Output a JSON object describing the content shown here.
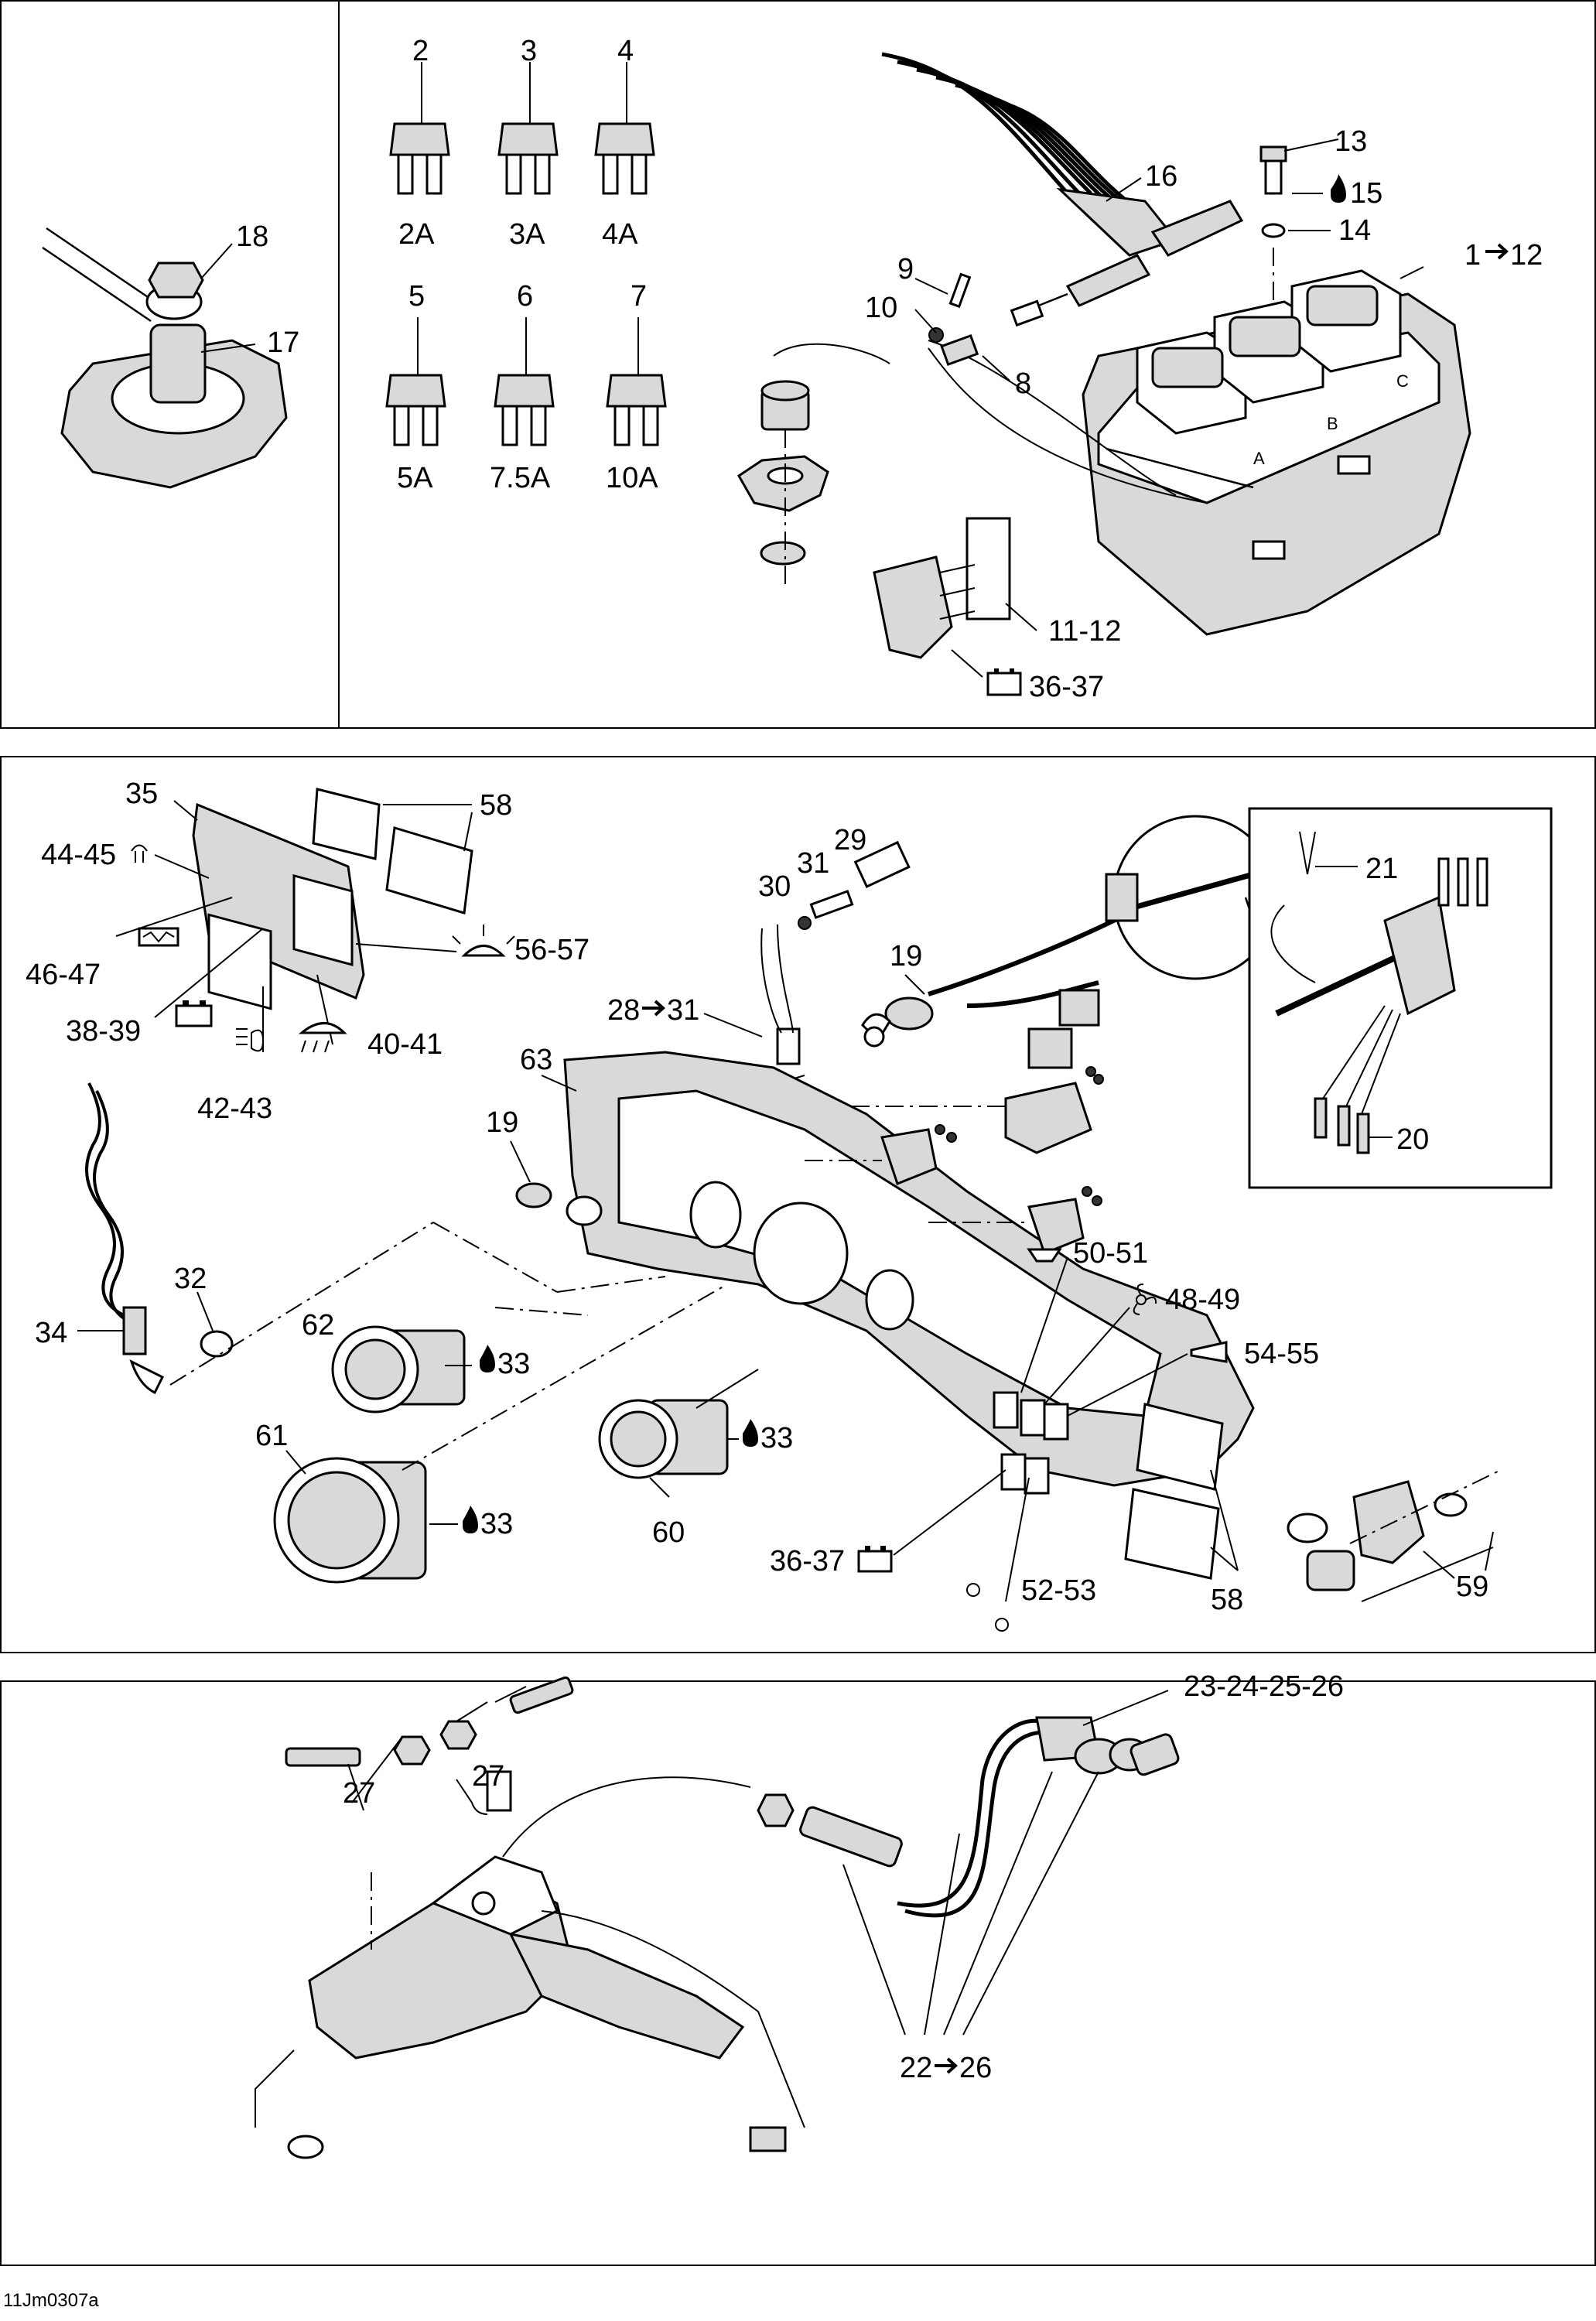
{
  "figure_code": "11Jm0307a",
  "top_panel": {
    "left_labels": [
      "18",
      "17"
    ],
    "fuse_numbers": [
      "2",
      "3",
      "4",
      "5",
      "6",
      "7"
    ],
    "fuse_ratings": [
      "2A",
      "3A",
      "4A",
      "5A",
      "7.5A",
      "10A"
    ],
    "labels": {
      "l13": "13",
      "l15": "15",
      "l14": "14",
      "l16": "16",
      "l1to12": "1",
      "l1to12b": "12",
      "l9": "9",
      "l10": "10",
      "l8": "8",
      "l11_12": "11-12",
      "l36_37": "36-37"
    },
    "fusebox_letters": [
      "A",
      "B",
      "C"
    ]
  },
  "middle_panel": {
    "labels": {
      "l35": "35",
      "l58a": "58",
      "l44_45": "44-45",
      "l46_47": "46-47",
      "l38_39": "38-39",
      "l42_43": "42-43",
      "l40_41": "40-41",
      "l56_57": "56-57",
      "l29": "29",
      "l31": "31",
      "l30": "30",
      "l19a": "19",
      "l28to31a": "28",
      "l28to31b": "31",
      "l63": "63",
      "l19b": "19",
      "l21": "21",
      "l20": "20",
      "l34": "34",
      "l32": "32",
      "l62": "62",
      "l33a": "33",
      "l61": "61",
      "l33b": "33",
      "l60": "60",
      "l33c": "33",
      "l50_51": "50-51",
      "l48_49": "48-49",
      "l54_55": "54-55",
      "l36_37": "36-37",
      "l52_53": "52-53",
      "l58b": "58",
      "l59": "59"
    }
  },
  "bottom_panel": {
    "labels": {
      "l27a": "27",
      "l27b": "27",
      "l23to26": "23-24-25-26",
      "l22to26a": "22",
      "l22to26b": "26"
    }
  },
  "icons": [
    "battery-icon",
    "oil-drop-icon",
    "arrow-right-icon",
    "fan-icon",
    "horn-icon",
    "heater-icon",
    "light-icon",
    "headlight-icon",
    "worklight-icon",
    "key-icon",
    "trailer-icon"
  ]
}
